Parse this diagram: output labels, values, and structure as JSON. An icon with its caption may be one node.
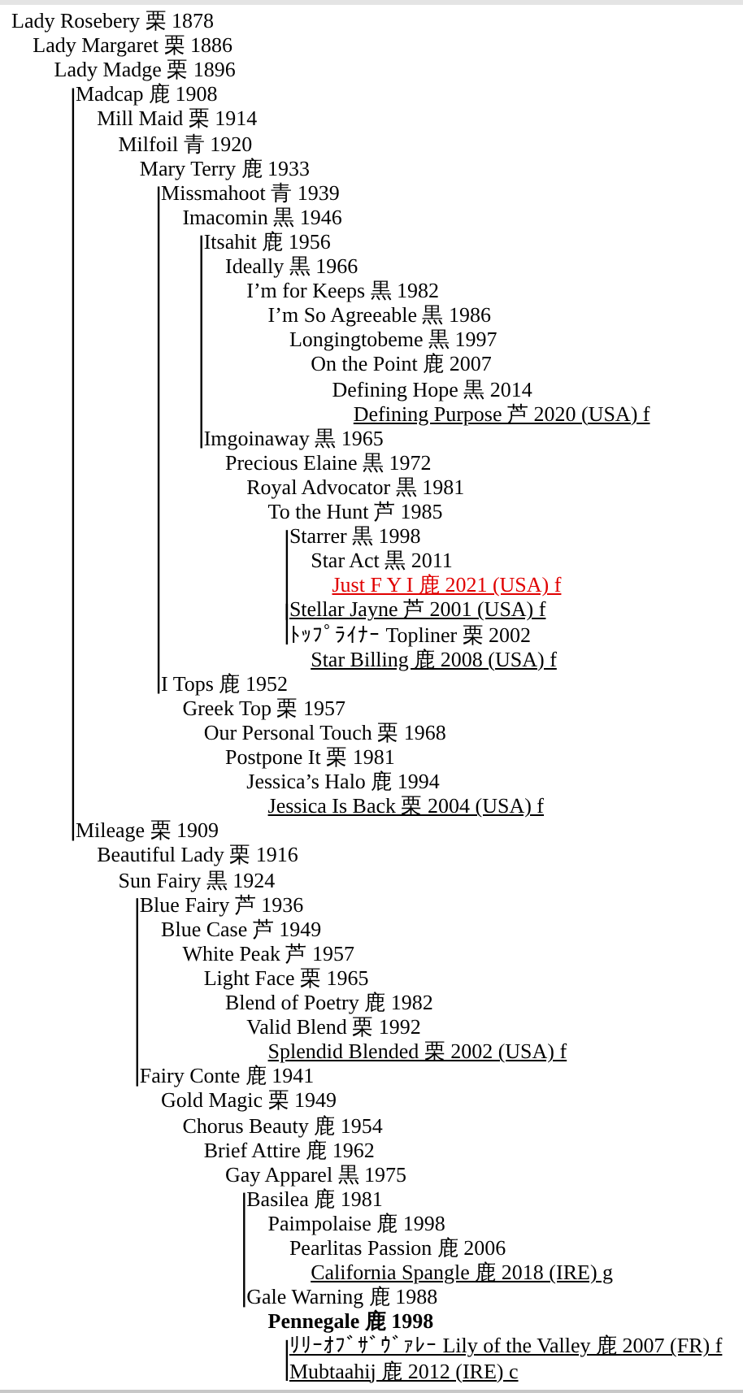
{
  "diagram": {
    "nodes": [
      {
        "text": [
          "Lady Rosebery 栗 1878"
        ]
      },
      {
        "text": [
          "Lady Margaret 栗 1886"
        ]
      },
      {
        "text": [
          "Lady Madge 栗 1896"
        ]
      },
      {
        "text": [
          "Madcap 鹿 1908"
        ]
      },
      {
        "text": [
          "Mill Maid 栗 1914"
        ]
      },
      {
        "text": [
          "Milfoil 青 1920"
        ]
      },
      {
        "text": [
          "Mary Terry 鹿 1933"
        ]
      },
      {
        "text": [
          "Missmahoot 青 1939"
        ]
      },
      {
        "text": [
          "Imacomin 黒 1946"
        ]
      },
      {
        "text": [
          "Itsahit 鹿 1956"
        ]
      },
      {
        "text": [
          "Ideally 黒 1966"
        ]
      },
      {
        "text": [
          "I’m for Keeps 黒 1982"
        ]
      },
      {
        "text": [
          "I’m So Agreeable 黒 1986"
        ]
      },
      {
        "text": [
          "Longingtobeme 黒 1997"
        ]
      },
      {
        "text": [
          "On the Point 鹿 2007"
        ]
      },
      {
        "text": [
          "Defining Hope 黒 2014"
        ]
      },
      {
        "text": [
          "Defining Purpose 芦 2020 (USA) f"
        ]
      },
      {
        "text": [
          "Imgoinaway 黒 1965"
        ]
      },
      {
        "text": [
          "Precious Elaine 黒 1972"
        ]
      },
      {
        "text": [
          "Royal Advocator 黒 1981"
        ]
      },
      {
        "text": [
          "To the Hunt 芦 1985"
        ]
      },
      {
        "text": [
          "Starrer 黒 1998"
        ]
      },
      {
        "text": [
          "Star Act 黒 2011"
        ]
      },
      {
        "text": [
          "Just F Y I 鹿 2021 (USA) f"
        ]
      },
      {
        "text": [
          "Stellar Jayne 芦 2001 (USA) f"
        ]
      },
      {
        "text": [
          "ﾄｯﾌﾟﾗｲﾅｰ Topliner 栗 2002"
        ]
      },
      {
        "text": [
          "Star Billing 鹿 2008 (USA) f"
        ]
      },
      {
        "text": [
          "I Tops 鹿 1952"
        ]
      },
      {
        "text": [
          "Greek Top 栗 1957"
        ]
      },
      {
        "text": [
          "Our Personal Touch 栗 1968"
        ]
      },
      {
        "text": [
          "Postpone It 栗 1981"
        ]
      },
      {
        "text": [
          "Jessica’s Halo 鹿 1994"
        ]
      },
      {
        "text": [
          "Jessica Is Back 栗 2004 (USA) f"
        ]
      },
      {
        "text": [
          "Mileage 栗 1909"
        ]
      },
      {
        "text": [
          "Beautiful Lady 栗 1916"
        ]
      },
      {
        "text": [
          "Sun Fairy 黒 1924"
        ]
      },
      {
        "text": [
          "Blue Fairy 芦 1936"
        ]
      },
      {
        "text": [
          "Blue Case 芦 1949"
        ]
      },
      {
        "text": [
          "White Peak 芦 1957"
        ]
      },
      {
        "text": [
          "Light Face 栗 1965"
        ]
      },
      {
        "text": [
          "Blend of Poetry 鹿 1982"
        ]
      },
      {
        "text": [
          "Valid Blend 栗 1992"
        ]
      },
      {
        "text": [
          "Splendid Blended 栗 2002 (USA) f"
        ]
      },
      {
        "text": [
          "Fairy Conte 鹿 1941"
        ]
      },
      {
        "text": [
          "Gold Magic 栗 1949"
        ]
      },
      {
        "text": [
          "Chorus Beauty 鹿 1954"
        ]
      },
      {
        "text": [
          "Brief Attire 鹿 1962"
        ]
      },
      {
        "text": [
          "Gay Apparel 黒 1975"
        ]
      },
      {
        "text": [
          "Basilea 鹿 1981"
        ]
      },
      {
        "text": [
          "Paimpolaise 鹿 1998"
        ]
      },
      {
        "text": [
          "Pearlitas Passion 鹿 2006"
        ]
      },
      {
        "text": [
          "California Spangle 鹿 2018 (IRE) g"
        ]
      },
      {
        "text": [
          "Gale Warning 鹿 1988"
        ]
      },
      {
        "text": [
          "Pennegale 鹿 1998"
        ]
      },
      {
        "text": [
          "ﾘﾘｰｵﾌﾞｻﾞｳﾞｧﾚｰ Lily of the Valley 鹿 2007 (FR) f"
        ]
      },
      {
        "text": [
          "Mubtaahij 鹿 2012 (IRE) c"
        ]
      }
    ],
    "edges": [
      {
        "from": 3,
        "to": 33,
        "arrow": "none"
      },
      {
        "from": 7,
        "to": 27,
        "arrow": "none"
      },
      {
        "from": 9,
        "to": 17,
        "arrow": "none"
      },
      {
        "from": 21,
        "to": 24,
        "arrow": "none"
      },
      {
        "from": 24,
        "to": 25,
        "arrow": "none"
      },
      {
        "from": 36,
        "to": 43,
        "arrow": "none"
      },
      {
        "from": 48,
        "to": 52,
        "arrow": "none"
      },
      {
        "from": 54,
        "to": 55,
        "arrow": "none"
      }
    ]
  }
}
